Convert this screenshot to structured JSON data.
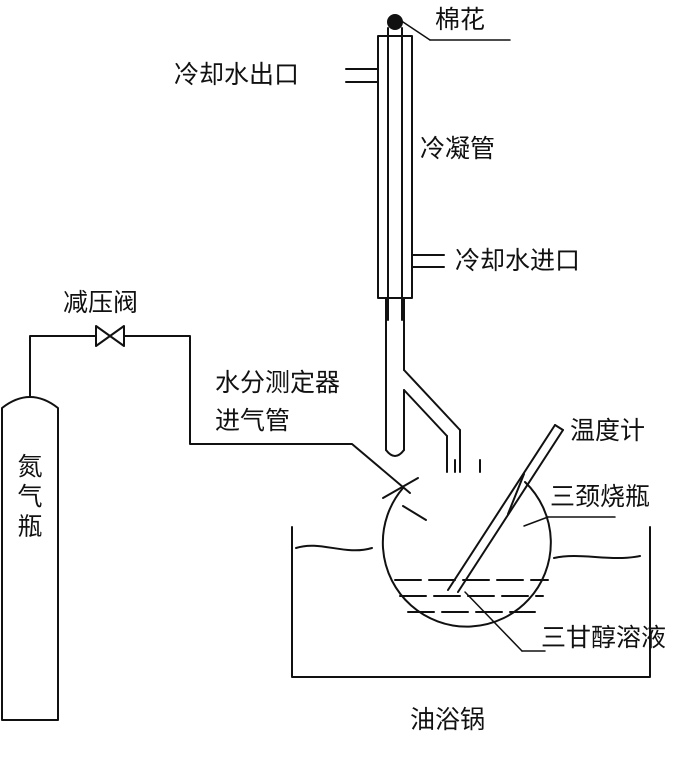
{
  "labels": {
    "cotton": "棉花",
    "cooling_water_outlet": "冷却水出口",
    "condenser": "冷凝管",
    "cooling_water_inlet": "冷却水进口",
    "pressure_reducing_valve": "减压阀",
    "water_trap": "水分测定器",
    "gas_inlet_tube": "进气管",
    "thermometer": "温度计",
    "three_neck_flask": "三颈烧瓶",
    "nitrogen_cylinder": [
      "氮",
      "气",
      "瓶"
    ],
    "triethylene_glycol_solution": "三甘醇溶液",
    "oil_bath": "油浴锅"
  }
}
